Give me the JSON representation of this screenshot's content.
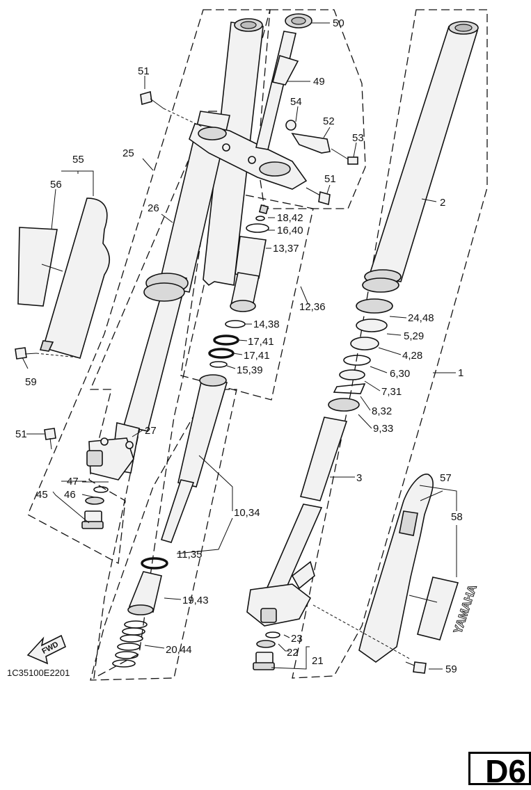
{
  "diagram_code": "1C35100E2201",
  "fwd_label": "FWD",
  "brand_text": "YAMAHA",
  "page_badge": "D6",
  "callouts": {
    "c1": "1",
    "c2": "2",
    "c3": "3",
    "c4_28": "4,28",
    "c5_29": "5,29",
    "c6_30": "6,30",
    "c7_31": "7,31",
    "c8_32": "8,32",
    "c9_33": "9,33",
    "c10_34": "10,34",
    "c11_35": "11,35",
    "c12_36": "12,36",
    "c13_37": "13,37",
    "c14_38": "14,38",
    "c15_39": "15,39",
    "c16_40": "16,40",
    "c17_41_a": "17,41",
    "c17_41_b": "17,41",
    "c18_42": "18,42",
    "c19_43": "19,43",
    "c20_44": "20,44",
    "c21": "21",
    "c22": "22",
    "c23": "23",
    "c24_48": "24,48",
    "c25": "25",
    "c26": "26",
    "c27": "27",
    "c45": "45",
    "c46": "46",
    "c47": "47",
    "c49": "49",
    "c50": "50",
    "c51_top": "51",
    "c51_right": "51",
    "c51_left": "51",
    "c52": "52",
    "c53": "53",
    "c54": "54",
    "c55": "55",
    "c56": "56",
    "c57": "57",
    "c58": "58",
    "c59_left": "59",
    "c59_right": "59"
  }
}
